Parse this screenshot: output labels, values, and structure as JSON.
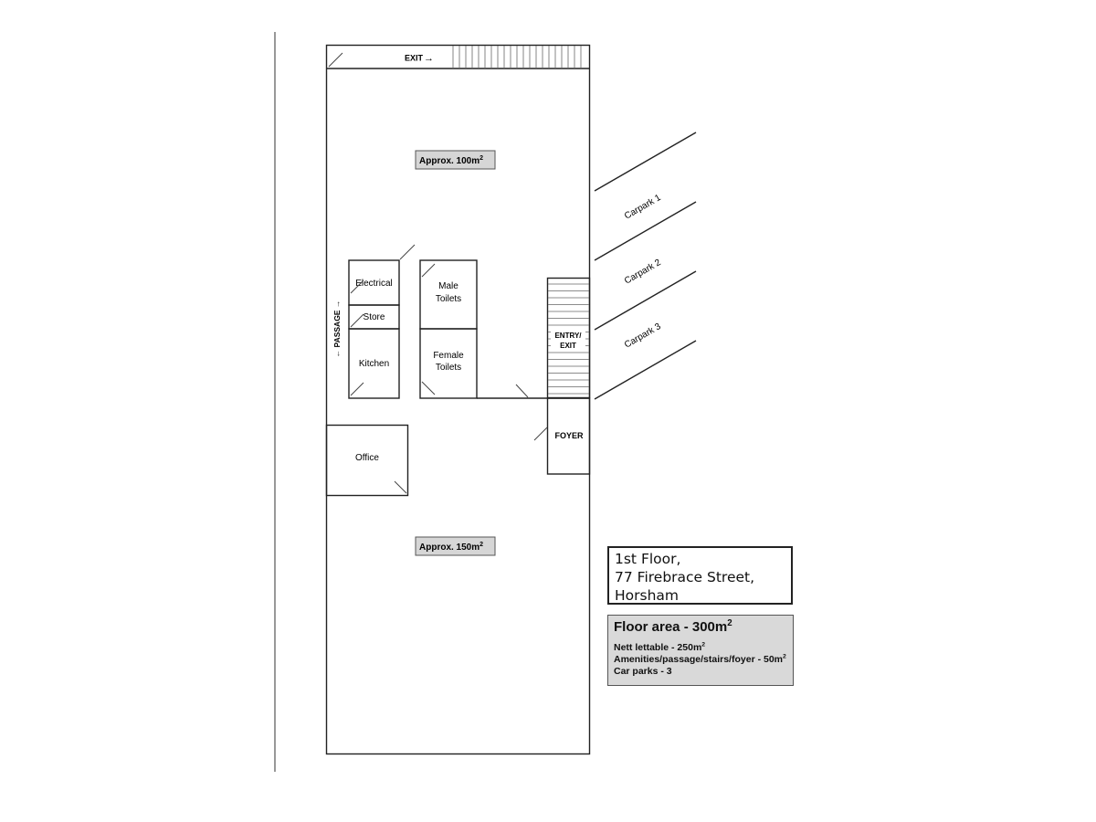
{
  "plan": {
    "exit_label": "EXIT",
    "exit_arrow": "→",
    "area_top": {
      "text": "Approx. 100m",
      "sup": "2"
    },
    "area_bottom": {
      "text": "Approx. 150m",
      "sup": "2"
    },
    "rooms": {
      "electrical": "Electrical",
      "store": "Store",
      "kitchen": "Kitchen",
      "male_toilets_line1": "Male",
      "male_toilets_line2": "Toilets",
      "female_toilets_line1": "Female",
      "female_toilets_line2": "Toilets",
      "office": "Office",
      "foyer": "FOYER",
      "entry_exit_line1": "ENTRY/",
      "entry_exit_line2": "EXIT",
      "passage": "← PASSAGE →"
    },
    "carparks": [
      "Carpark 1",
      "Carpark 2",
      "Carpark 3"
    ]
  },
  "address": {
    "line1": "1st Floor,",
    "line2": "77 Firebrace Street,",
    "line3": "Horsham"
  },
  "summary": {
    "title": "Floor area - 300m",
    "title_sup": "2",
    "nett": "Nett lettable - 250m",
    "nett_sup": "2",
    "amenities": "Amenities/passage/stairs/foyer - 50m",
    "amenities_sup": "2",
    "car_parks": "Car parks - 3"
  }
}
